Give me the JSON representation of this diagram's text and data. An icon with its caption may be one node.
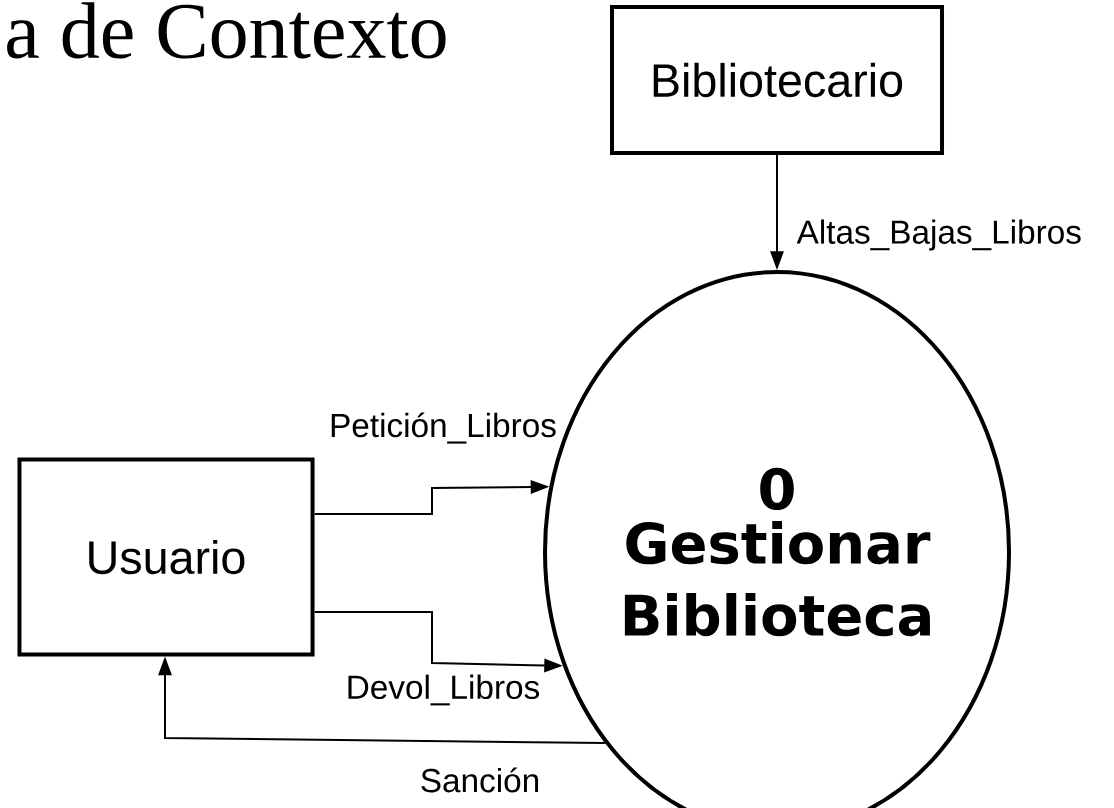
{
  "diagram": {
    "title": "a de Contexto",
    "nodes": [
      {
        "text": [
          "Bibliotecario"
        ]
      },
      {
        "text": [
          "Usuario"
        ]
      },
      {
        "text": [
          "0",
          "Gestionar Biblioteca"
        ]
      }
    ],
    "edges": [
      {
        "from": 0,
        "to": 2,
        "arrow": "to",
        "label": "Altas_Bajas_Libros"
      },
      {
        "from": 1,
        "to": 2,
        "arrow": "to",
        "label": "Petición_Libros"
      },
      {
        "from": 1,
        "to": 2,
        "arrow": "to",
        "label": "Devol_Libros"
      },
      {
        "from": 2,
        "to": 1,
        "arrow": "to",
        "label": "Sanción"
      }
    ]
  }
}
